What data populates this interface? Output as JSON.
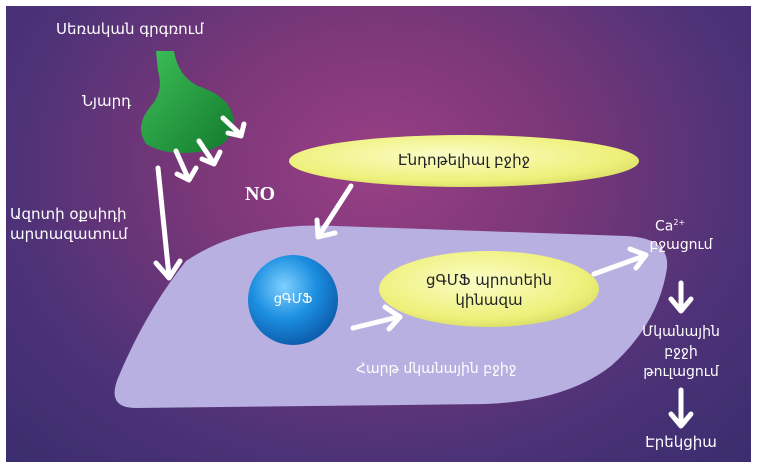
{
  "labels": {
    "sexual_arousal": "Սեռական գրգռում",
    "nerve": "Նյարդ",
    "no": "NO",
    "nitric_oxide_release_line1": "Ազոտի օքսիդի",
    "nitric_oxide_release_line2": "արտազատում",
    "endothelial_cell": "Էնդոթելիալ բջիջ",
    "cgmp": "ցԳՄՖ",
    "kinase_line1": "ցԳՄՖ պրոտեին",
    "kinase_line2": "կինազա",
    "smooth_muscle_cell": "Հարթ մկանային բջիջ",
    "ca": "Ca",
    "ca_charge": "2+",
    "ca_decrease": "բջացում",
    "relax_line1": "Մկանային",
    "relax_line2": "բջջի",
    "relax_line3": "թուլացում",
    "erection": "Էրեկցիա"
  },
  "colors": {
    "nerve_green": "#1f9a3a",
    "endothelial_yellow": "#eef07a",
    "muscle_lavender": "#b7b0e0",
    "cgmp_blue": "#1c8fe0",
    "arrow_white": "#ffffff"
  }
}
